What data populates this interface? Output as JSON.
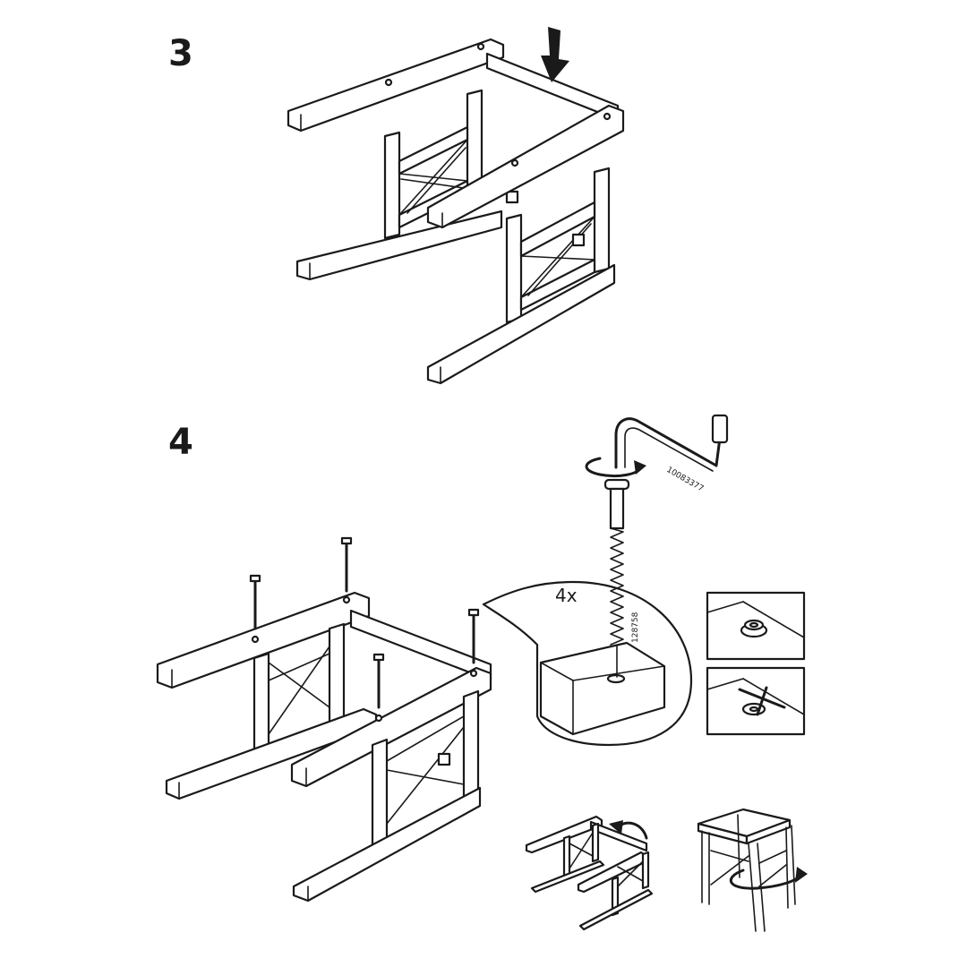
{
  "steps": [
    {
      "number": "3"
    },
    {
      "number": "4"
    }
  ],
  "step4": {
    "quantity": "4x",
    "screw_part_number": "128758",
    "allen_key_part_number": "10083377"
  },
  "icons": {
    "press_down": "down-arrow-icon",
    "rotate": "rotate-arrow-icon",
    "correct": "correct-detail",
    "incorrect": "cross-mark-icon",
    "flip": "flip-arrow-icon"
  }
}
